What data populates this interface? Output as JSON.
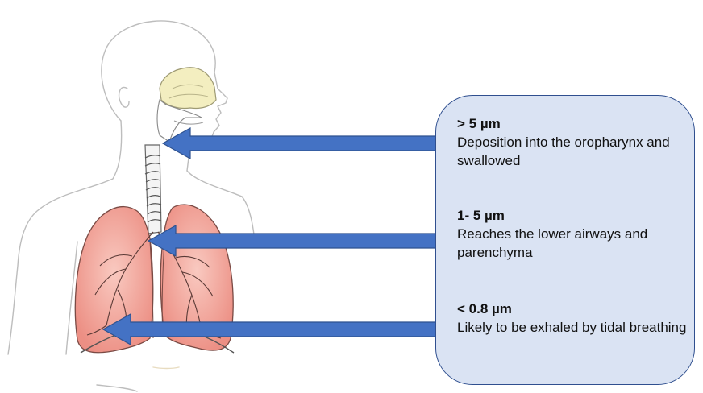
{
  "entries": [
    {
      "size": "> 5 µm",
      "description": "Deposition into the oropharynx and swallowed"
    },
    {
      "size": "1- 5 µm",
      "description": "Reaches the lower airways and parenchyma"
    },
    {
      "size": "< 0.8 µm",
      "description": "Likely to be exhaled by tidal breathing"
    }
  ],
  "colors": {
    "arrow": "#4472c4",
    "box_fill": "#dae3f3",
    "box_border": "#2f4f8f",
    "lung_fill": "#f2a49a",
    "nasal_fill": "#f3eec0"
  },
  "icons": [
    "human-body-outline",
    "respiratory-system-illustration",
    "arrow-left-icon"
  ]
}
